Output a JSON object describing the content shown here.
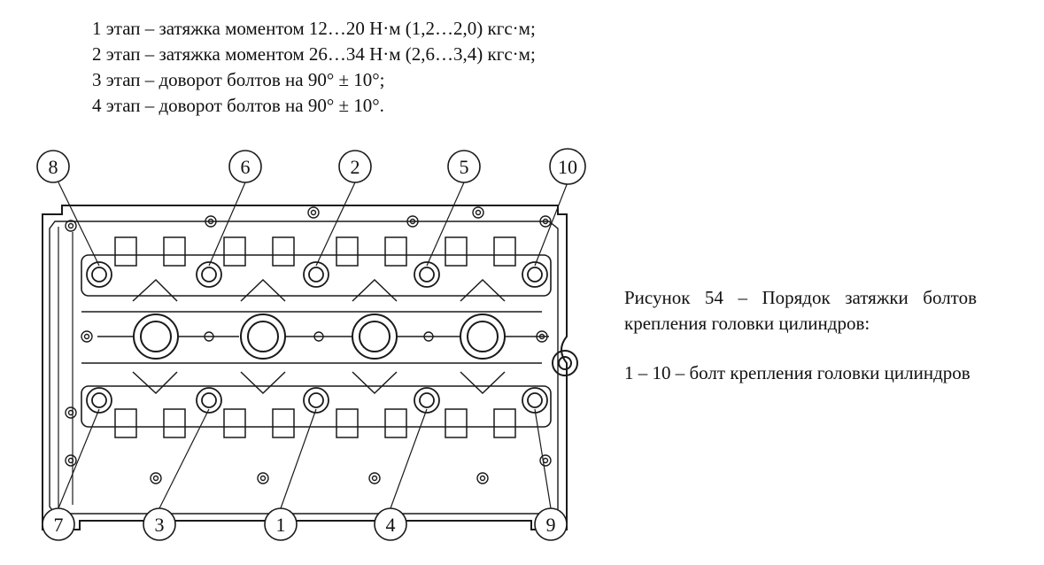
{
  "steps": [
    "1 этап – затяжка моментом 12…20 Н·м (1,2…2,0) кгс·м;",
    "2 этап – затяжка моментом 26…34 Н·м (2,6…3,4) кгс·м;",
    "3 этап – доворот болтов на 90° ± 10°;",
    "4 этап – доворот болтов на 90° ± 10°."
  ],
  "figure": {
    "caption_title": "Рисунок 54 – Порядок затяжки болтов крепления головки цилиндров:",
    "caption_note": "1 – 10 – болт крепления головки цилиндров",
    "callouts": {
      "top": [
        "8",
        "6",
        "2",
        "5",
        "10"
      ],
      "bottom": [
        "7",
        "3",
        "1",
        "4",
        "9"
      ]
    }
  }
}
